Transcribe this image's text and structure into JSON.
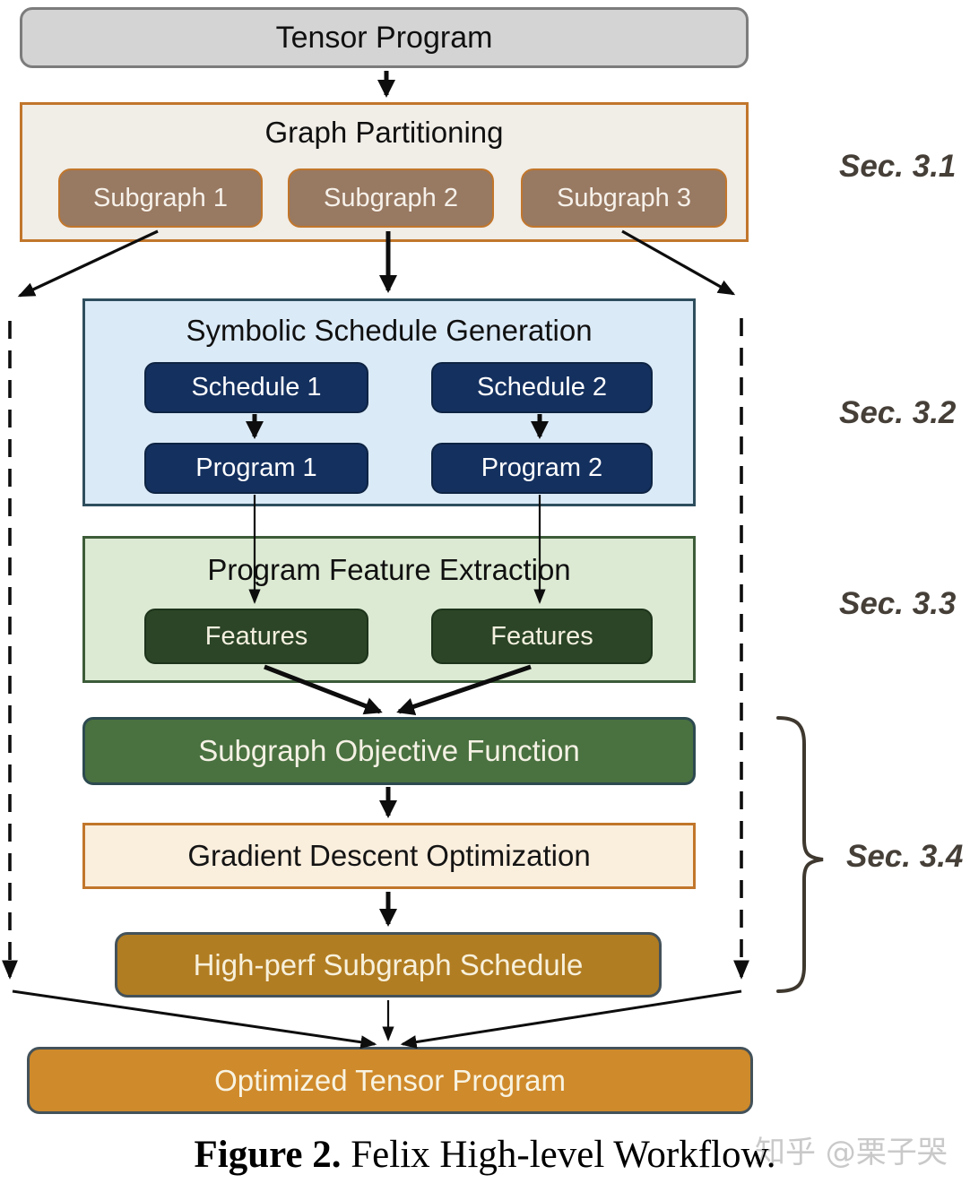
{
  "diagram": {
    "tensor_program": "Tensor Program",
    "graph_partitioning": {
      "title": "Graph Partitioning",
      "subgraphs": [
        "Subgraph 1",
        "Subgraph 2",
        "Subgraph 3"
      ]
    },
    "symbolic": {
      "title": "Symbolic Schedule Generation",
      "schedules": [
        "Schedule 1",
        "Schedule 2"
      ],
      "programs": [
        "Program 1",
        "Program 2"
      ]
    },
    "feature_extraction": {
      "title": "Program Feature Extraction",
      "features": [
        "Features",
        "Features"
      ]
    },
    "objective_function": "Subgraph Objective Function",
    "gradient_descent": "Gradient Descent Optimization",
    "high_perf_schedule": "High-perf Subgraph Schedule",
    "optimized_program": "Optimized Tensor Program",
    "section_labels": [
      "Sec. 3.1",
      "Sec. 3.2",
      "Sec. 3.3",
      "Sec. 3.4"
    ]
  },
  "caption": {
    "label": "Figure 2.",
    "text": " Felix High-level Workflow."
  },
  "watermark": "知乎 @栗子哭",
  "colors": {
    "gray-fill": "#d4d4d4",
    "gray-border": "#7c7c7c",
    "beige": "#f1ede7",
    "orange-border": "#c1762b",
    "brown": "#987962",
    "lightblue": "#dbeaf7",
    "blue-border": "#2e4e5d",
    "navy": "#14305f",
    "lightgreen": "#dcead3",
    "green-border": "#3c5c38",
    "darkgreen": "#2b4526",
    "sof-green": "#4a7140",
    "cream": "#faeedd",
    "gold": "#b17d22",
    "orange": "#cf8a2b",
    "label": "#453f38",
    "arrow": "#0d0d0d",
    "brace": "#3e382f"
  }
}
